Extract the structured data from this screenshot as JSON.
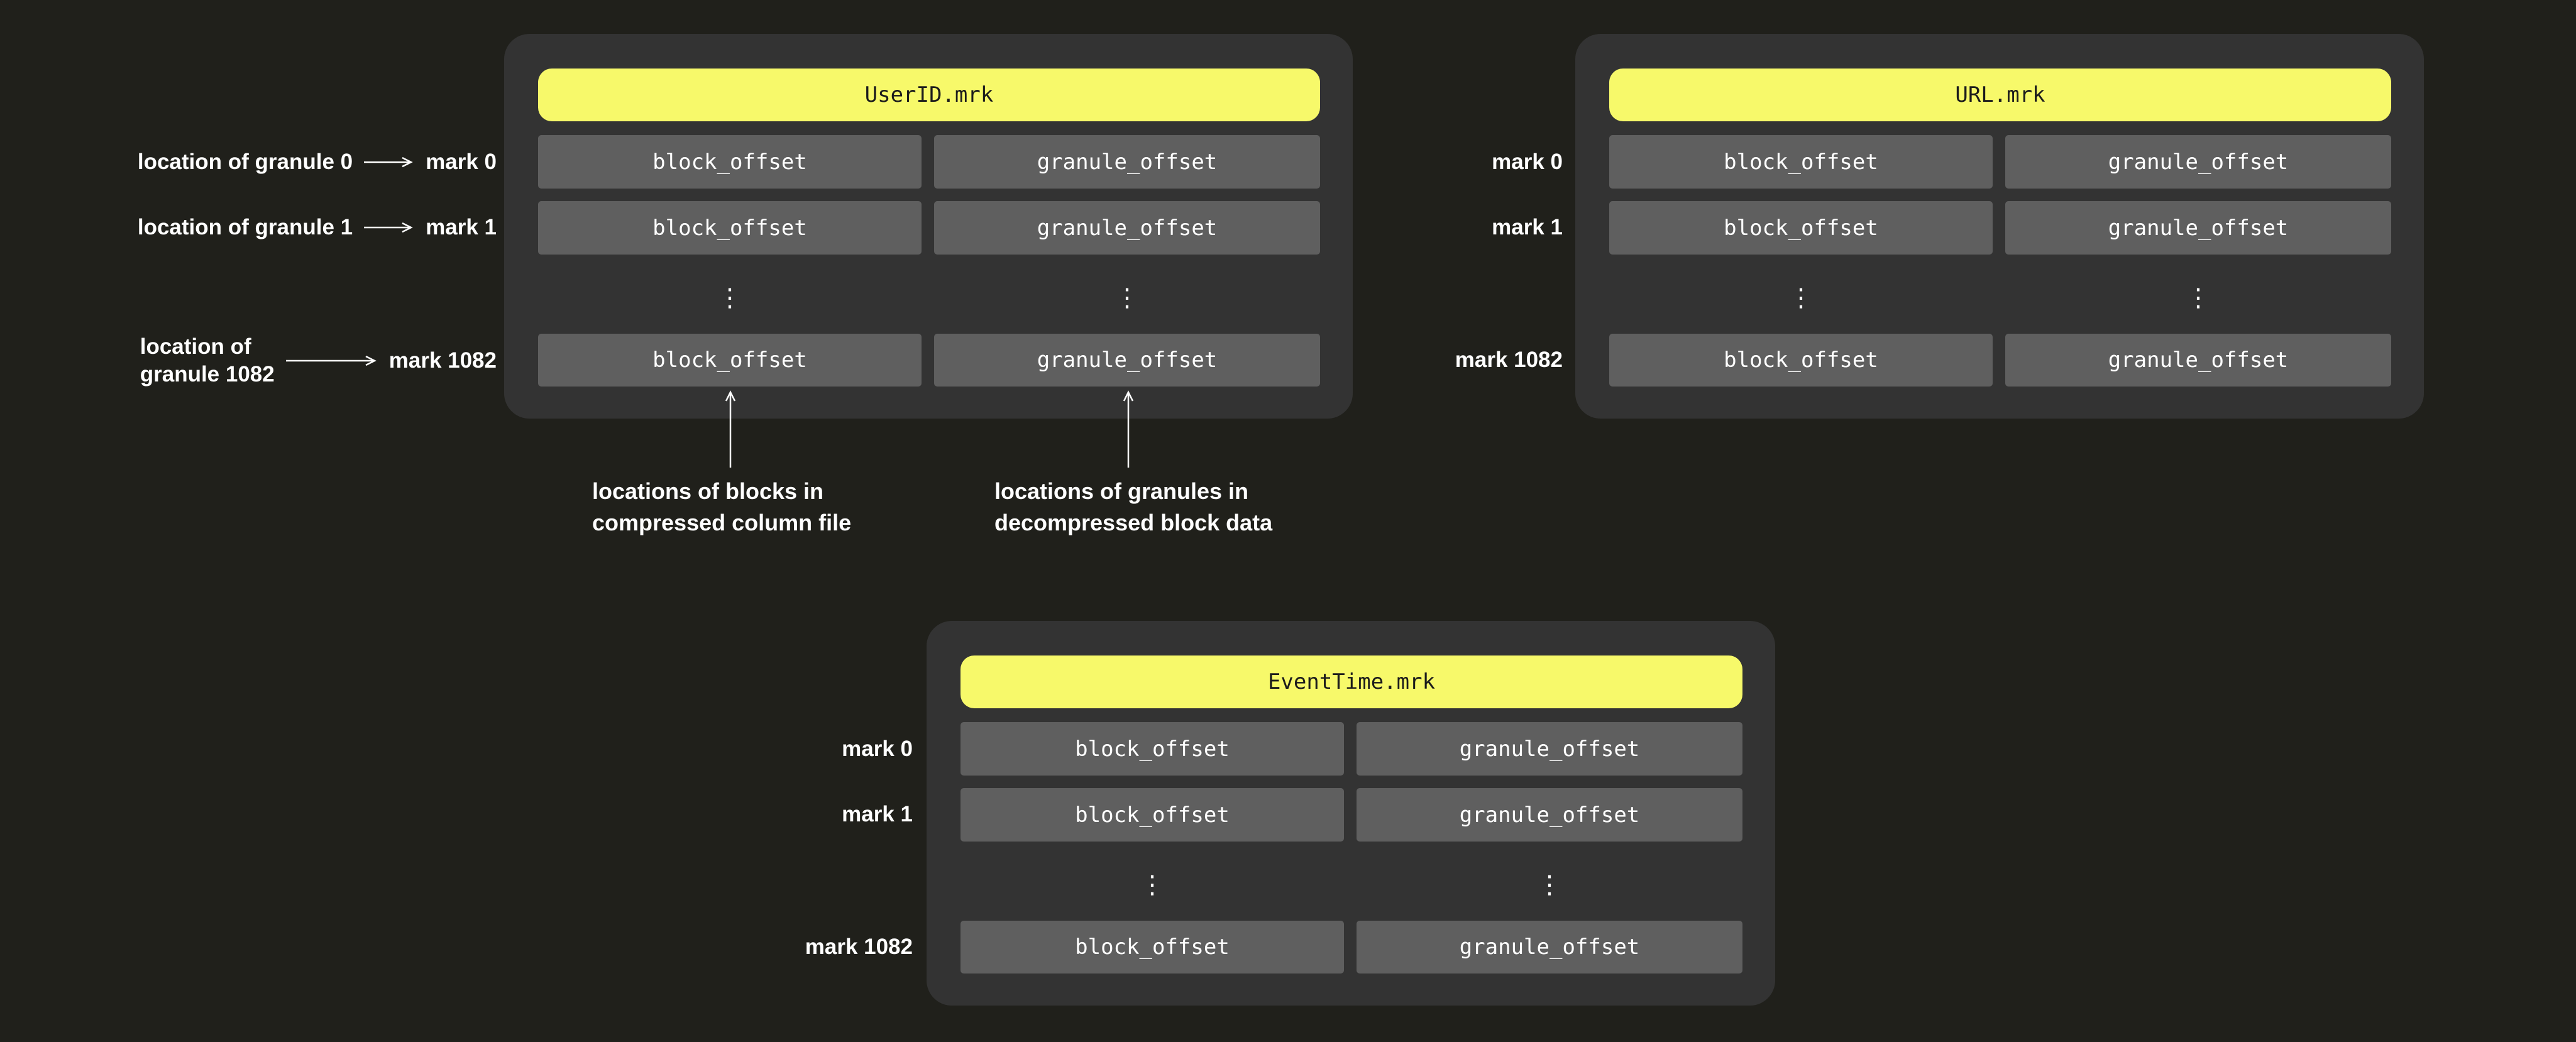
{
  "colors": {
    "background": "#20201b",
    "panel": "#333333",
    "cell_gray": "#5f5f5f",
    "header_yellow": "#f7f96a",
    "text_light": "#ffffff",
    "text_dark": "#1c1c1c"
  },
  "panels": [
    {
      "title": "UserID.mrk"
    },
    {
      "title": "URL.mrk"
    },
    {
      "title": "EventTime.mrk"
    }
  ],
  "cells": {
    "block_offset": "block_offset",
    "granule_offset": "granule_offset",
    "ellipsis": "⋮"
  },
  "marks": {
    "m0": "mark 0",
    "m1": "mark 1",
    "m1082": "mark 1082"
  },
  "left_annotations": {
    "granule0": "location of granule 0",
    "granule1": "location of granule 1",
    "granule1082_line1": "location of",
    "granule1082_line2": "granule 1082"
  },
  "bottom_annotations": {
    "blocks_line1": "locations of blocks in",
    "blocks_line2": "compressed column file",
    "granules_line1": "locations of granules in",
    "granules_line2": "decompressed block data"
  }
}
